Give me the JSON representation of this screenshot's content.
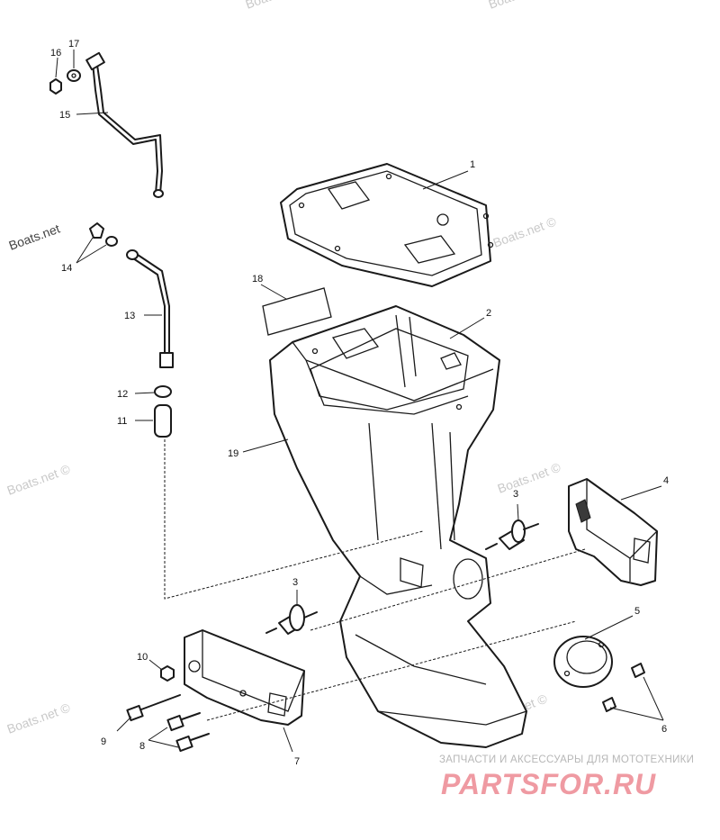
{
  "callouts": {
    "c1": "1",
    "c2": "2",
    "c3a": "3",
    "c3b": "3",
    "c4": "4",
    "c5": "5",
    "c6": "6",
    "c7": "7",
    "c8": "8",
    "c9": "9",
    "c10": "10",
    "c11": "11",
    "c12": "12",
    "c13": "13",
    "c14": "14",
    "c15": "15",
    "c16": "16",
    "c17": "17",
    "c18": "18",
    "c19": "19"
  },
  "watermark": {
    "text": "Boats.net ©",
    "text_dark": "Boats.net"
  },
  "brand": {
    "tagline": "ЗАПЧАСТИ И АКСЕССУАРЫ ДЛЯ МОТОТЕХНИКИ",
    "logo": "PARTSFOR.RU"
  }
}
